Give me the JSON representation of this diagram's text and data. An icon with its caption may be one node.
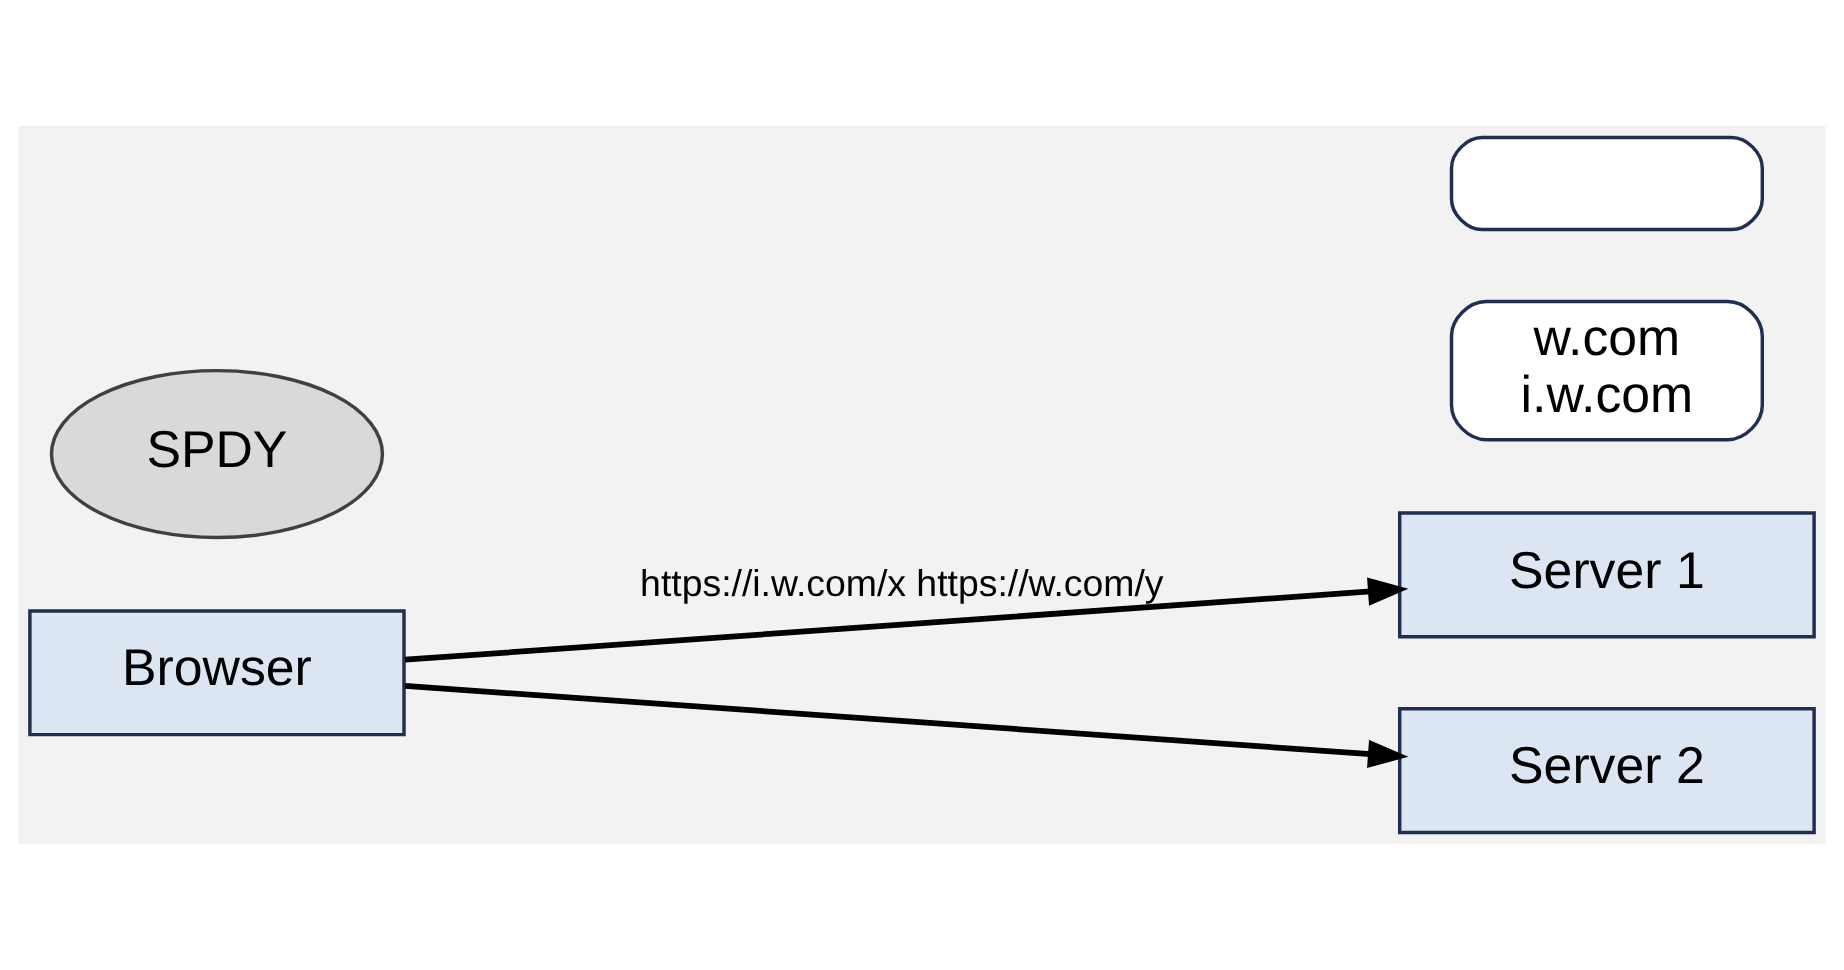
{
  "diagram": {
    "nodes": [
      {
        "text": [
          "Browser"
        ]
      },
      {
        "text": [
          "SPDY"
        ]
      },
      {
        "text": [
          "Server 1"
        ]
      },
      {
        "text": [
          "w.com",
          "i.w.com"
        ]
      },
      {
        "text": [
          "Server 2"
        ]
      },
      {
        "text": [],
        "shape": "box"
      }
    ],
    "edges": [
      {
        "from": 0,
        "to": 2,
        "arrow": "to",
        "label": "https://i.w.com/x https://w.com/y"
      },
      {
        "from": 0,
        "to": 4,
        "arrow": "to"
      }
    ]
  }
}
